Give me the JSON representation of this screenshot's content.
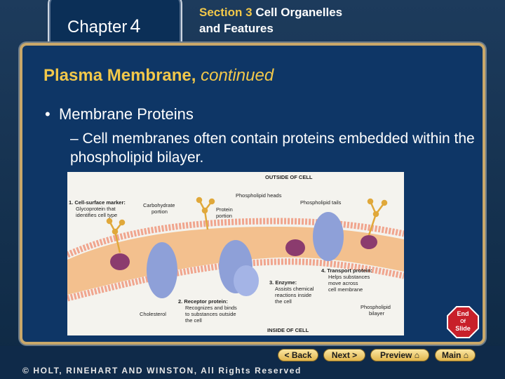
{
  "header": {
    "chapter_label": "Chapter",
    "chapter_number": "4",
    "section_prefix": "Section 3",
    "section_title_line1": "Cell Organelles",
    "section_title_line2": "and Features"
  },
  "slide": {
    "heading_main": "Plasma Membrane,",
    "heading_italic": "continued",
    "bullet_marker": "•",
    "bullet": "Membrane Proteins",
    "sub_marker": "–",
    "sub_bullet": "Cell membranes often contain proteins embedded within the phospholipid bilayer."
  },
  "figure": {
    "outside": "OUTSIDE OF CELL",
    "inside": "INSIDE OF CELL",
    "label1_title": "1. Cell-surface marker:",
    "label1_l2": "Glycoprotein that",
    "label1_l3": "identifies cell type",
    "carb_l1": "Carbohydrate",
    "carb_l2": "portion",
    "protein_l1": "Protein",
    "protein_l2": "portion",
    "heads": "Phospholipid heads",
    "tails": "Phospholipid tails",
    "label4_title": "4. Transport protein:",
    "label4_l2": "Helps substances",
    "label4_l3": "move across",
    "label4_l4": "cell membrane",
    "label3_title": "3. Enzyme:",
    "label3_l2": "Assists chemical",
    "label3_l3": "reactions inside",
    "label3_l4": "the cell",
    "label2_title": "2. Receptor protein:",
    "label2_l2": "Recognizes and binds",
    "label2_l3": "to substances outside",
    "label2_l4": "the cell",
    "cholesterol": "Cholesterol",
    "bilayer_l1": "Phospholipid",
    "bilayer_l2": "bilayer"
  },
  "end_button": {
    "line1": "End",
    "line2": "Of",
    "line3": "Slide"
  },
  "nav": {
    "back": "< Back",
    "next": "Next >",
    "preview": "Preview",
    "main": "Main"
  },
  "footer": "© HOLT, RINEHART AND WINSTON, All Rights Reserved",
  "colors": {
    "accent_gold": "#f2c84a",
    "panel_blue": "#0e3666",
    "end_red": "#c8202a"
  }
}
